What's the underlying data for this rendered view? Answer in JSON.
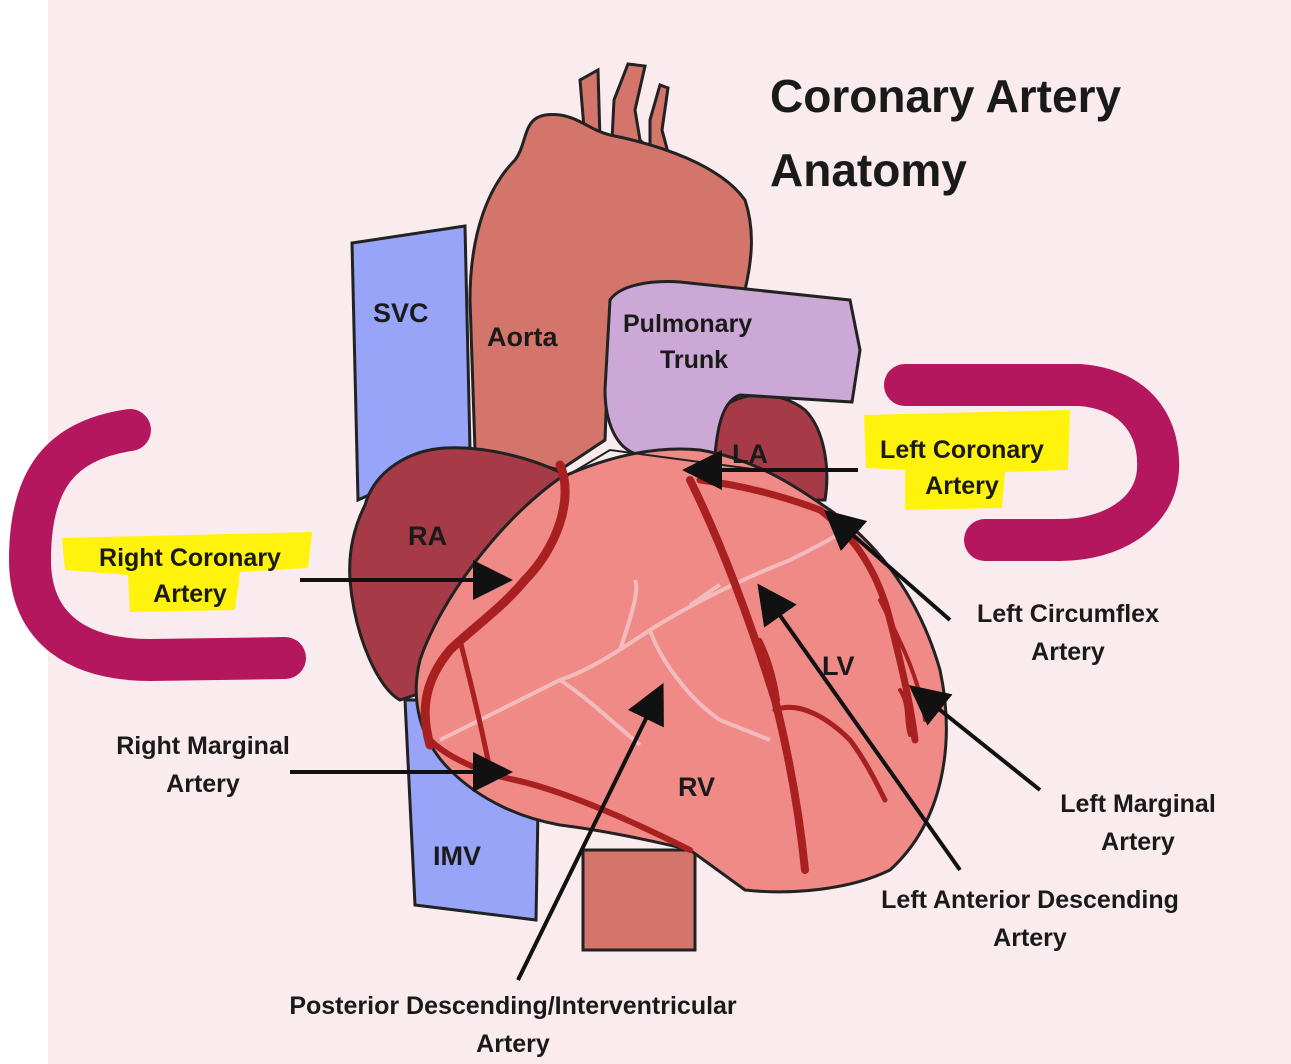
{
  "title": {
    "line1": "Coronary Artery",
    "line2": "Anatomy"
  },
  "structures": {
    "svc": "SVC",
    "aorta": "Aorta",
    "pulmonary_trunk_1": "Pulmonary",
    "pulmonary_trunk_2": "Trunk",
    "ra": "RA",
    "la": "LA",
    "lv": "LV",
    "rv": "RV",
    "imv": "IMV"
  },
  "labels": {
    "right_coronary_1": "Right Coronary",
    "right_coronary_2": "Artery",
    "left_coronary_1": "Left Coronary",
    "left_coronary_2": "Artery",
    "left_circumflex_1": "Left Circumflex",
    "left_circumflex_2": "Artery",
    "right_marginal_1": "Right Marginal",
    "right_marginal_2": "Artery",
    "left_marginal_1": "Left Marginal",
    "left_marginal_2": "Artery",
    "lad_1": "Left Anterior Descending",
    "lad_2": "Artery",
    "pda_1": "Posterior Descending/Interventricular",
    "pda_2": "Artery"
  },
  "colors": {
    "background": "#f9ebee",
    "aorta": "#d4756b",
    "svc_imv": "#97a4f7",
    "pulmonary": "#cba8d6",
    "atrium": "#a63a46",
    "ventricle": "#ef8a86",
    "artery": "#a82020",
    "highlight": "#fff200",
    "bracket": "#b5175e"
  }
}
